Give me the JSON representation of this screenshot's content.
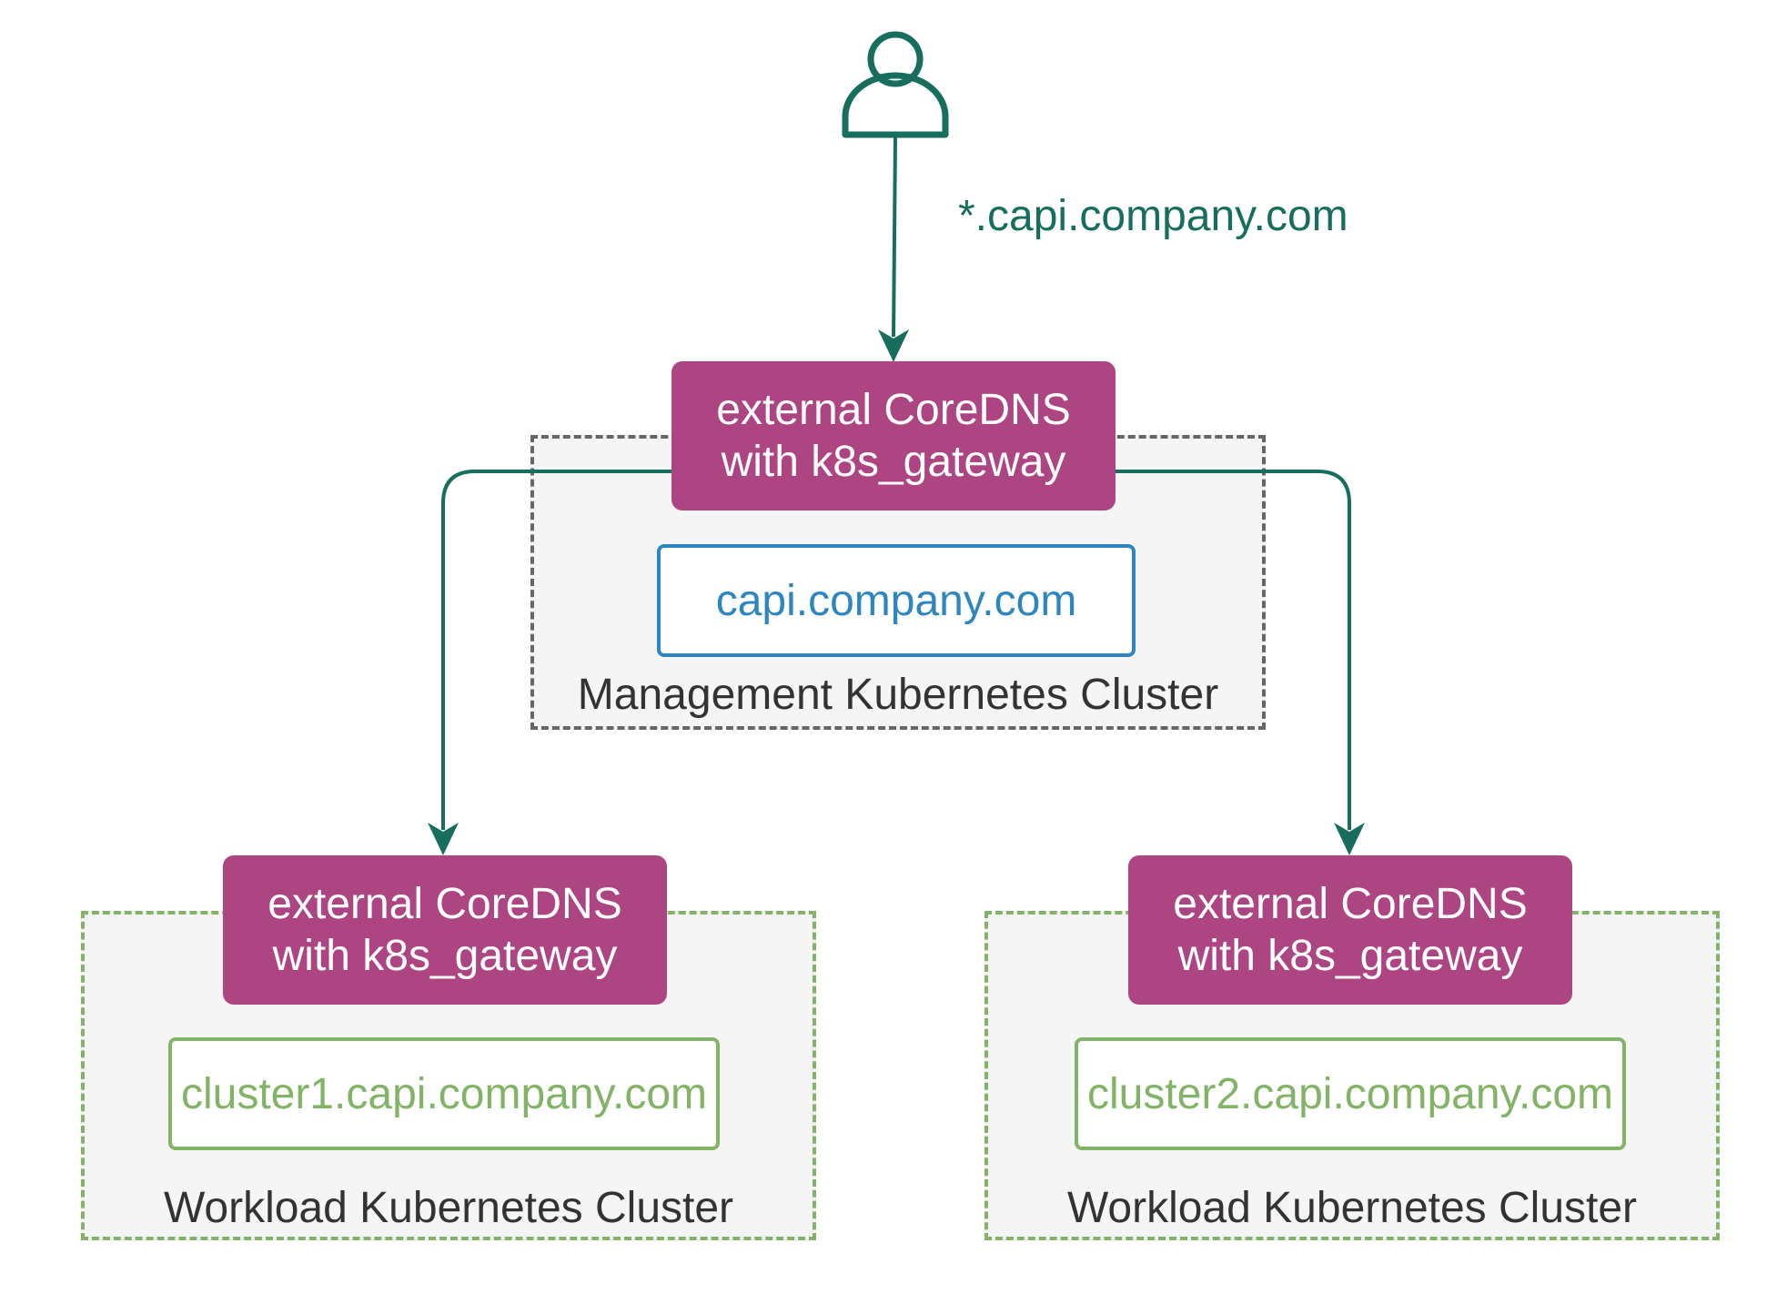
{
  "colors": {
    "primary_arrow": "#176E5E",
    "coredns_fill": "#AD4582",
    "mgmt_border": "#666666",
    "mgmt_domain": "#2E86C1",
    "workload_border": "#82B366",
    "workload_domain": "#82B366",
    "cluster_fill": "#F5F5F5",
    "label_text": "#333333"
  },
  "user": {
    "icon": "user-icon"
  },
  "query": {
    "label": "*.capi.company.com"
  },
  "management": {
    "dns": {
      "line1": "external CoreDNS",
      "line2": "with k8s_gateway"
    },
    "domain": "capi.company.com",
    "label": "Management Kubernetes Cluster"
  },
  "workloads": [
    {
      "dns": {
        "line1": "external CoreDNS",
        "line2": "with k8s_gateway"
      },
      "domain": "cluster1.capi.company.com",
      "label": "Workload Kubernetes Cluster"
    },
    {
      "dns": {
        "line1": "external CoreDNS",
        "line2": "with k8s_gateway"
      },
      "domain": "cluster2.capi.company.com",
      "label": "Workload Kubernetes Cluster"
    }
  ]
}
